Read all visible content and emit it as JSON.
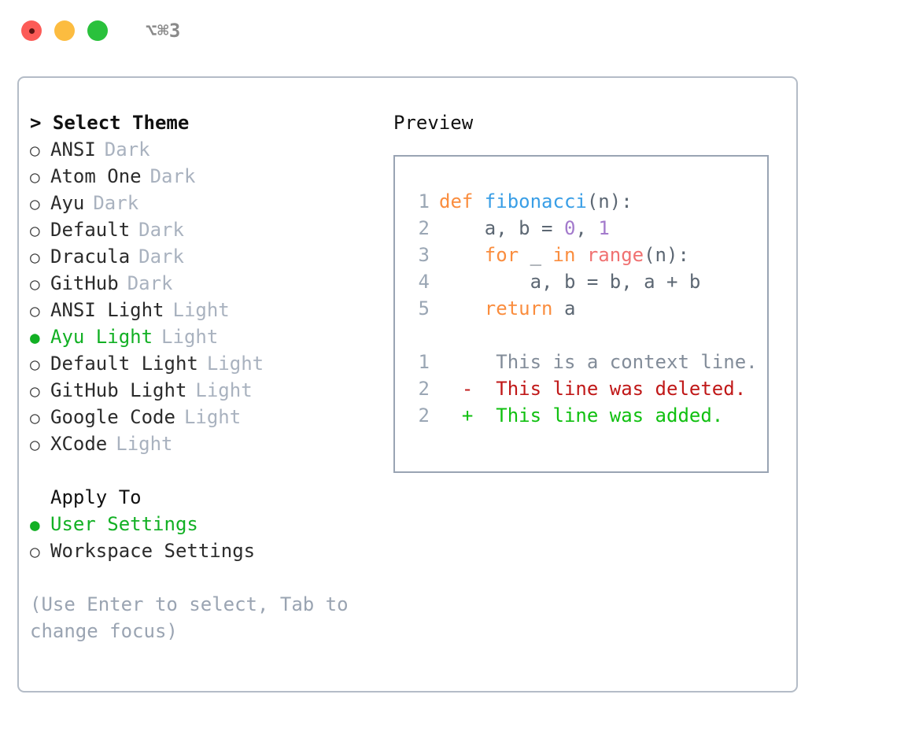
{
  "titlebar": {
    "shortcut": "⌥⌘3",
    "buttons": [
      "close",
      "minimize",
      "maximize"
    ]
  },
  "theme_selector": {
    "header": "> Select Theme",
    "header_prefix": "> ",
    "header_text": "Select Theme",
    "focused": true,
    "selected_theme": "Ayu Light",
    "options": [
      {
        "bullet": "○",
        "name": "ANSI",
        "category": "Dark",
        "selected": false
      },
      {
        "bullet": "○",
        "name": "Atom One",
        "category": "Dark",
        "selected": false
      },
      {
        "bullet": "○",
        "name": "Ayu",
        "category": "Dark",
        "selected": false
      },
      {
        "bullet": "○",
        "name": "Default",
        "category": "Dark",
        "selected": false
      },
      {
        "bullet": "○",
        "name": "Dracula",
        "category": "Dark",
        "selected": false
      },
      {
        "bullet": "○",
        "name": "GitHub",
        "category": "Dark",
        "selected": false
      },
      {
        "bullet": "○",
        "name": "ANSI Light",
        "category": "Light",
        "selected": false
      },
      {
        "bullet": "●",
        "name": "Ayu Light",
        "category": "Light",
        "selected": true
      },
      {
        "bullet": "○",
        "name": "Default Light",
        "category": "Light",
        "selected": false
      },
      {
        "bullet": "○",
        "name": "GitHub Light",
        "category": "Light",
        "selected": false
      },
      {
        "bullet": "○",
        "name": "Google Code",
        "category": "Light",
        "selected": false
      },
      {
        "bullet": "○",
        "name": "XCode",
        "category": "Light",
        "selected": false
      }
    ]
  },
  "apply_to": {
    "header": "Apply To",
    "focused": false,
    "selected": "User Settings",
    "options": [
      {
        "bullet": "●",
        "label": "User Settings",
        "selected": true
      },
      {
        "bullet": "○",
        "label": "Workspace Settings",
        "selected": false
      }
    ]
  },
  "hint": "(Use Enter to select, Tab to change focus)",
  "preview": {
    "title": "Preview",
    "code": [
      {
        "lnum": "1",
        "tokens": [
          {
            "t": "def ",
            "c": "kw"
          },
          {
            "t": "fibonacci",
            "c": "fn"
          },
          {
            "t": "(n):",
            "c": "txt"
          }
        ]
      },
      {
        "lnum": "2",
        "tokens": [
          {
            "t": "    a, b = ",
            "c": "txt"
          },
          {
            "t": "0",
            "c": "num"
          },
          {
            "t": ", ",
            "c": "txt"
          },
          {
            "t": "1",
            "c": "num"
          }
        ]
      },
      {
        "lnum": "3",
        "tokens": [
          {
            "t": "    ",
            "c": "txt"
          },
          {
            "t": "for ",
            "c": "kw"
          },
          {
            "t": "_ ",
            "c": "txt"
          },
          {
            "t": "in ",
            "c": "kw"
          },
          {
            "t": "range",
            "c": "bi"
          },
          {
            "t": "(n):",
            "c": "txt"
          }
        ]
      },
      {
        "lnum": "4",
        "tokens": [
          {
            "t": "        a, b = b, a + b",
            "c": "txt"
          }
        ]
      },
      {
        "lnum": "5",
        "tokens": [
          {
            "t": "    ",
            "c": "txt"
          },
          {
            "t": "return ",
            "c": "kw"
          },
          {
            "t": "a",
            "c": "txt"
          }
        ]
      }
    ],
    "diff": [
      {
        "lnum": "1",
        "marker": " ",
        "text": "This is a context line.",
        "kind": "ctx"
      },
      {
        "lnum": "2",
        "marker": "-",
        "text": "This line was deleted.",
        "kind": "del"
      },
      {
        "lnum": "2",
        "marker": "+",
        "text": "This line was added.",
        "kind": "add"
      }
    ]
  },
  "colors": {
    "accent_green": "#12b024",
    "muted": "#a9b2bf",
    "hint": "#9aa4b2",
    "border": "#b4bcc7",
    "preview_border": "#99a4b3",
    "kw": "#fa8d3e",
    "fn": "#399ee6",
    "num": "#a37acc",
    "builtin": "#f07171",
    "text": "#5c6773",
    "diff_context": "#828c99",
    "diff_deleted": "#c01818",
    "diff_added": "#10c010",
    "dot_red": "#fc5b57",
    "dot_yellow": "#fcbc40",
    "dot_green": "#2ac13c"
  }
}
